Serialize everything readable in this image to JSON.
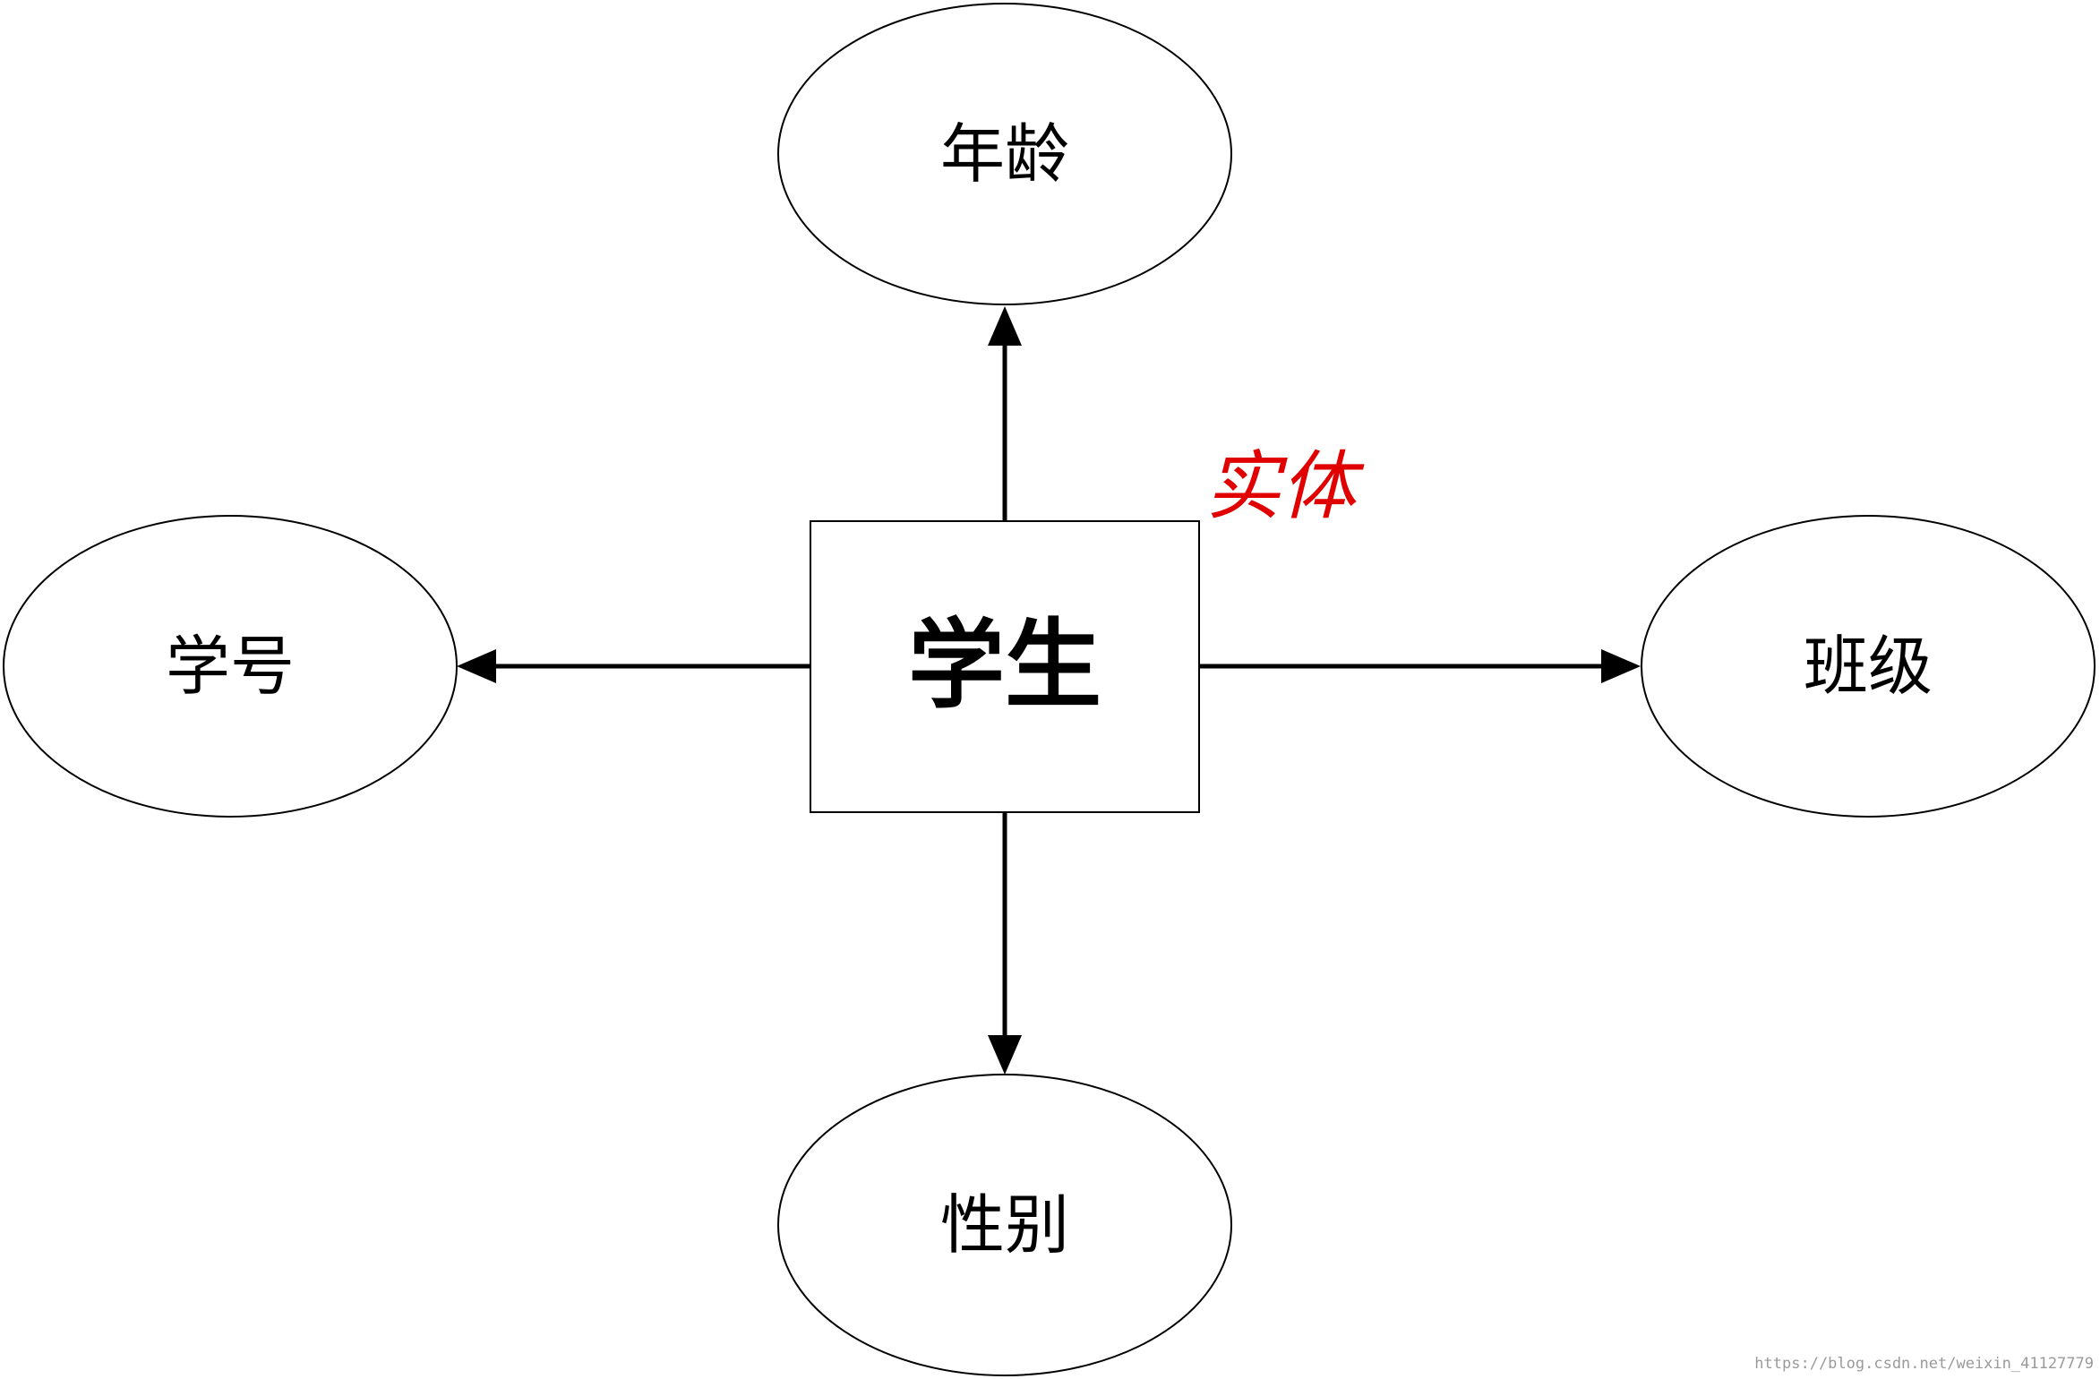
{
  "diagram": {
    "entity": {
      "label": "学生"
    },
    "entity_tag": {
      "label": "实体",
      "color": "#e00000"
    },
    "attributes": {
      "top": {
        "label": "年龄"
      },
      "left": {
        "label": "学号"
      },
      "right": {
        "label": "班级"
      },
      "bottom": {
        "label": "性别"
      }
    }
  },
  "watermark": {
    "text": "https://blog.csdn.net/weixin_41127779"
  }
}
